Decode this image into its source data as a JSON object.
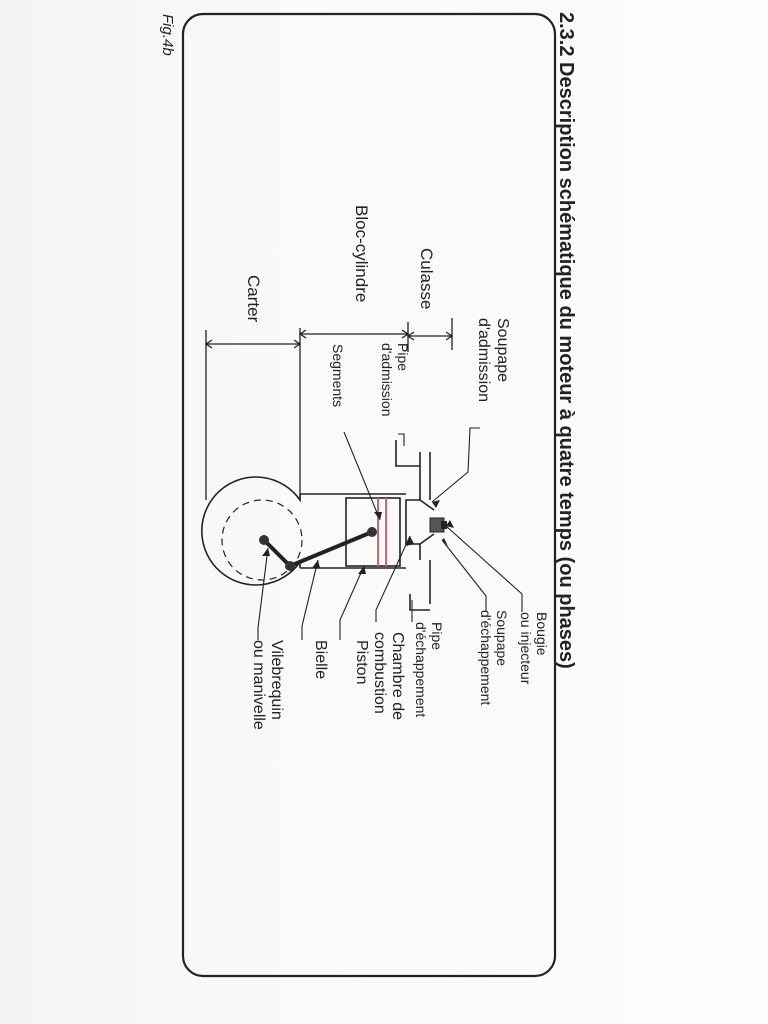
{
  "figure_label": "Fig.4b",
  "title": "2.3.2 Description schématique du moteur  à quatre temps (ou phases)",
  "left_labels": {
    "culasse": "Culasse",
    "bloc_cylindre": "Bloc-cylindre",
    "carter": "Carter"
  },
  "top_labels": {
    "soupape_admission": [
      "Soupape",
      "d'admission"
    ],
    "pipe_admission": [
      "Pipe",
      "d'admission"
    ],
    "segments": "Segments"
  },
  "bottom_labels": {
    "bougie": [
      "Bougie",
      "ou injecteur"
    ],
    "soupape_echappement": [
      "Soupape",
      "d'échappement"
    ],
    "pipe_echappement": [
      "Pipe",
      "d'échappement"
    ],
    "chambre_combustion": [
      "Chambre de",
      "combustion"
    ],
    "piston": "Piston",
    "bielle": "Bielle",
    "vilebrequin": [
      "Vilebrequin",
      "ou manivelle"
    ]
  },
  "colors": {
    "ink": "#222222",
    "segments": "#c46a78"
  }
}
